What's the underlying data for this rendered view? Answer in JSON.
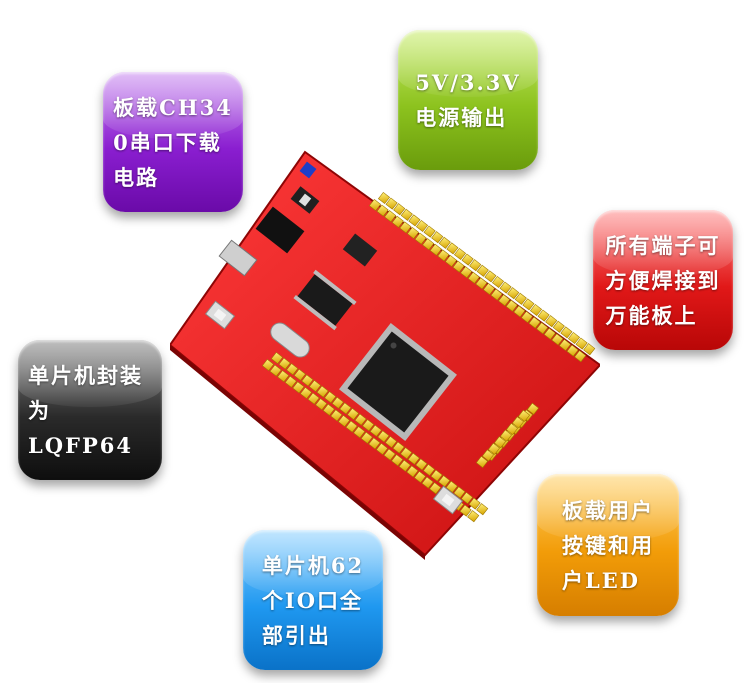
{
  "tiles": {
    "purple": {
      "text": "板载CH34\n0串口下载\n电路",
      "color": "#8a1ed0"
    },
    "green": {
      "text": "5V/3.3V\n电源输出",
      "color": "#8cc21e"
    },
    "red": {
      "text": "所有端子可\n方便焊接到\n万能板上",
      "color": "#e11818"
    },
    "black": {
      "text": "单片机封装\n为LQFP64",
      "color": "#2a2a2a"
    },
    "orange": {
      "text": "板载用户\n按键和用\n户LED",
      "color": "#f29c08"
    },
    "blue": {
      "text": "单片机62\n个IO口全\n部引出",
      "color": "#1f98f0"
    }
  },
  "board": {
    "color": "#e82020",
    "header_color": "#f2c400",
    "chip_color": "#1a1a1a"
  }
}
